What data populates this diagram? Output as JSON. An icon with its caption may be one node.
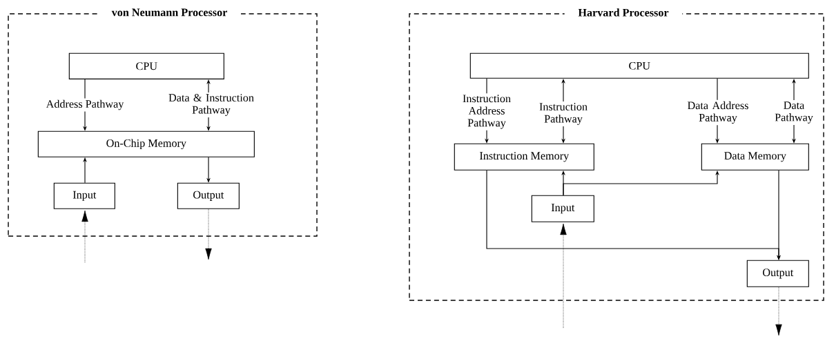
{
  "diagram": {
    "nodes": [
      {
        "text": [
          "von Neumann Processor"
        ]
      },
      {
        "text": [
          "CPU"
        ],
        "in": 0
      },
      {
        "text": [
          "On-Chip Memory"
        ],
        "in": 0
      },
      {
        "text": [
          "Input"
        ],
        "in": 0
      },
      {
        "text": [
          "Output"
        ],
        "in": 0
      },
      {
        "text": [
          "Harvard Processor"
        ]
      },
      {
        "text": [
          "CPU"
        ],
        "in": 5
      },
      {
        "text": [
          "Instruction Memory"
        ],
        "in": 5
      },
      {
        "text": [
          "Data Memory"
        ],
        "in": 5
      },
      {
        "text": [
          "Input"
        ],
        "in": 5
      },
      {
        "text": [
          "Output"
        ],
        "in": 5
      }
    ],
    "edges": [
      {
        "from": 1,
        "to": 2,
        "arrow": "to",
        "label": "Address Pathway"
      },
      {
        "from": 2,
        "to": 1,
        "arrow": "both",
        "label": "Data & Instruction Pathway"
      },
      {
        "from": 3,
        "to": 2,
        "arrow": "to"
      },
      {
        "from": 2,
        "to": 4,
        "arrow": "to"
      },
      {
        "from": null,
        "to": 3,
        "arrow": "to",
        "style": "dashed"
      },
      {
        "from": 4,
        "to": null,
        "arrow": "to",
        "style": "dashed"
      },
      {
        "from": 6,
        "to": 7,
        "arrow": "to",
        "label": "Instruction Address Pathway"
      },
      {
        "from": 6,
        "to": 7,
        "arrow": "both",
        "label": "Instruction Pathway"
      },
      {
        "from": 6,
        "to": 8,
        "arrow": "to",
        "label": "Data Address Pathway"
      },
      {
        "from": 6,
        "to": 8,
        "arrow": "both",
        "label": "Data Pathway"
      },
      {
        "from": 9,
        "to": 7,
        "arrow": "to"
      },
      {
        "from": 9,
        "to": 8,
        "arrow": "to"
      },
      {
        "from": 7,
        "to": 10,
        "arrow": "to"
      },
      {
        "from": 8,
        "to": 10,
        "arrow": "to"
      },
      {
        "from": null,
        "to": 9,
        "arrow": "to",
        "style": "dashed"
      },
      {
        "from": 10,
        "to": null,
        "arrow": "to",
        "style": "dashed"
      }
    ]
  }
}
